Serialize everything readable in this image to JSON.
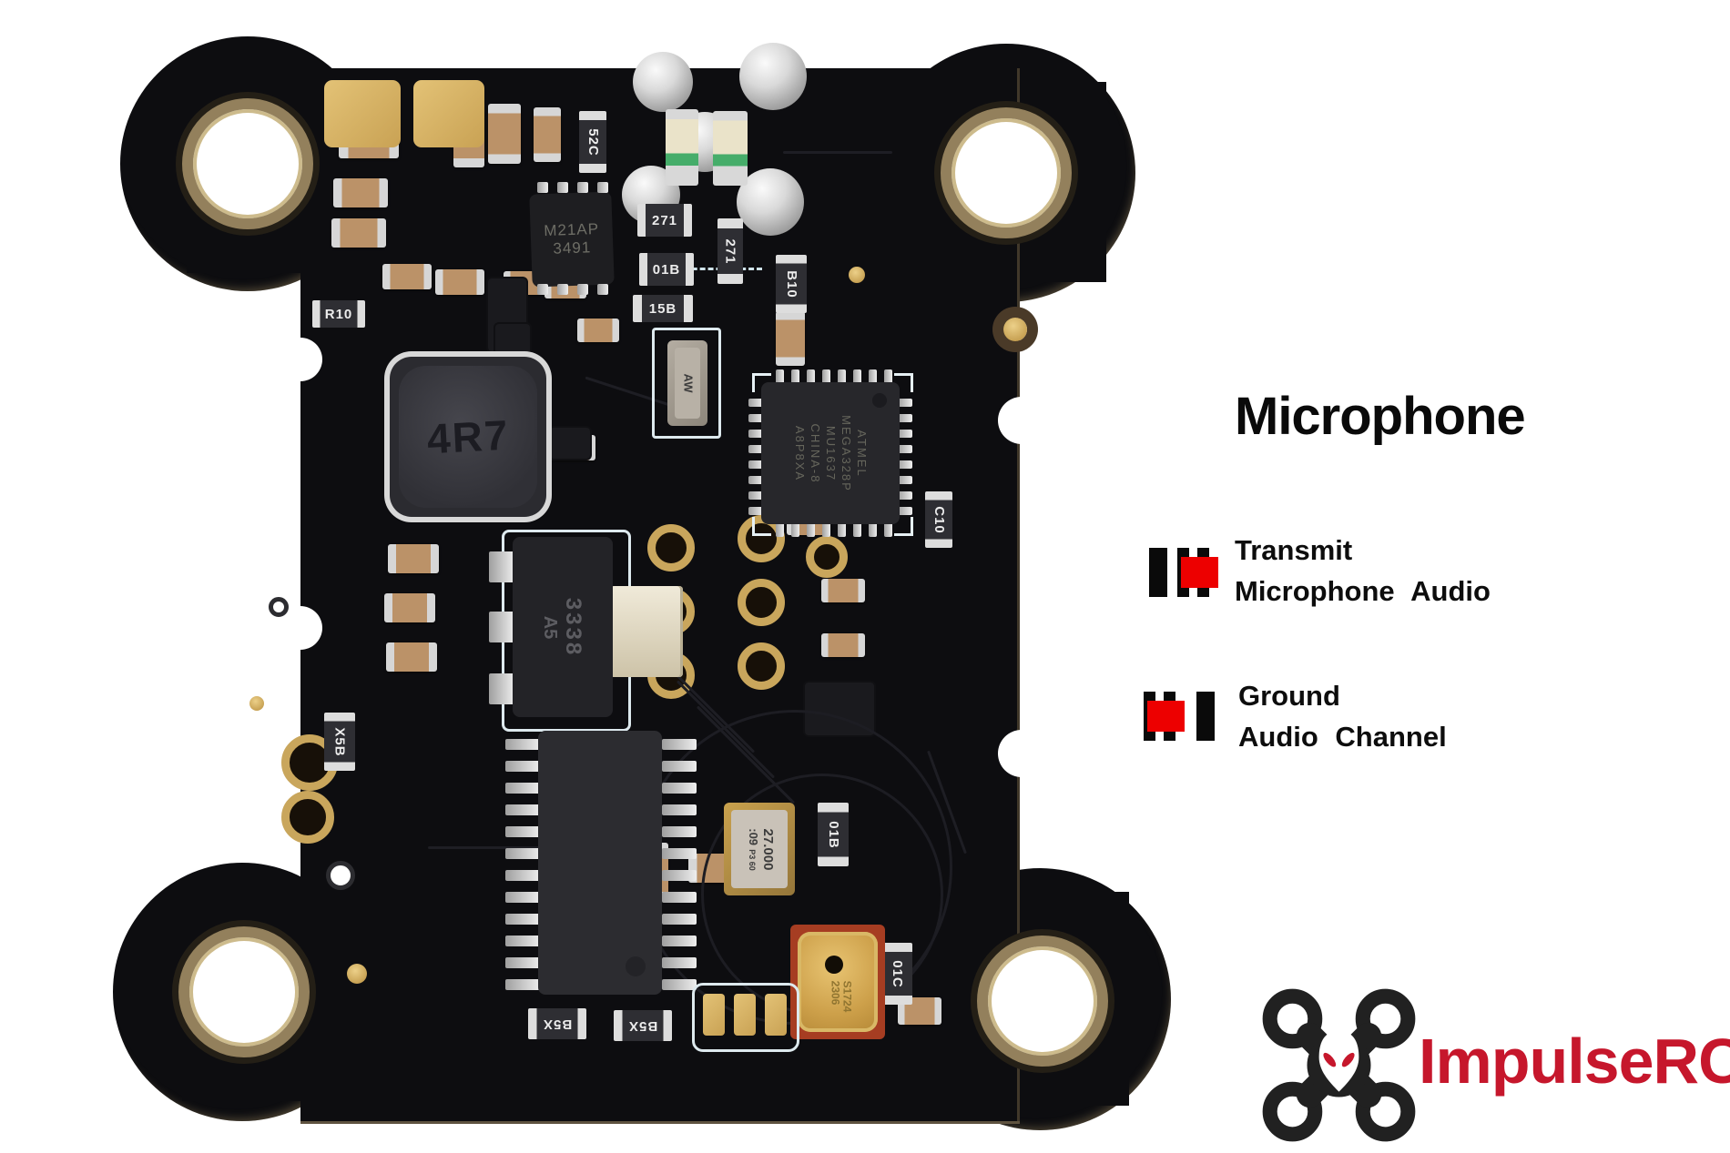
{
  "annotations": {
    "title": "Microphone",
    "legend": {
      "transmit": {
        "line1": "Transmit",
        "line2": "Microphone Audio"
      },
      "ground": {
        "line1": "Ground",
        "line2": "Audio Channel"
      }
    },
    "brand": {
      "name": "ImpulseRC"
    }
  },
  "colors": {
    "legend_red": "#ed0000",
    "brand_red": "#c6172c",
    "board_black": "#0d0d10",
    "gold": "#c9a65c"
  },
  "board": {
    "labels": {
      "inductor": "4R7",
      "audio_ic": {
        "line1": "M21AP",
        "line2": "3491"
      },
      "mcu": [
        "ATMEL",
        "MEGA328P",
        "MU1637",
        "CHINA-8",
        "A8P8XA"
      ],
      "regulator": {
        "line1": "3338",
        "line2": "A5"
      },
      "crystal": {
        "line1": "27.000",
        "line2": ":09",
        "line3": "P3 60"
      },
      "small_crystal": "AW",
      "microphone": {
        "line1": "S1724",
        "line2": "2306"
      },
      "resistors": {
        "r10": "R10",
        "c52": "52C",
        "r271a": "271",
        "r271b": "271",
        "r01b": "01B",
        "r15b": "15B",
        "b10_top": "B10",
        "c10": "C10",
        "b10_mid": "01B",
        "c01": "01C",
        "x5b": "X5B",
        "b5x1": "B5X",
        "b5x2": "B5X"
      }
    }
  }
}
